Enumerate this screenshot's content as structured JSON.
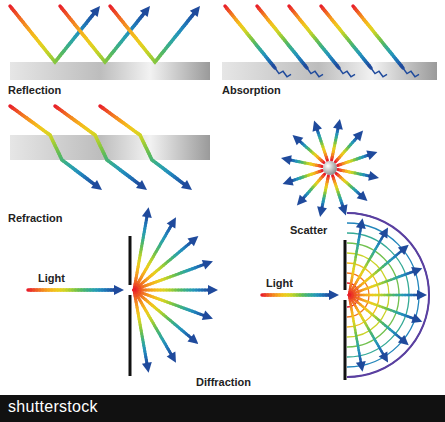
{
  "diagram": {
    "labels": [
      "Reflection",
      "Absorption",
      "Refraction",
      "Scatter",
      "Light",
      "Light",
      "Diffraction",
      "shutterstock"
    ]
  }
}
